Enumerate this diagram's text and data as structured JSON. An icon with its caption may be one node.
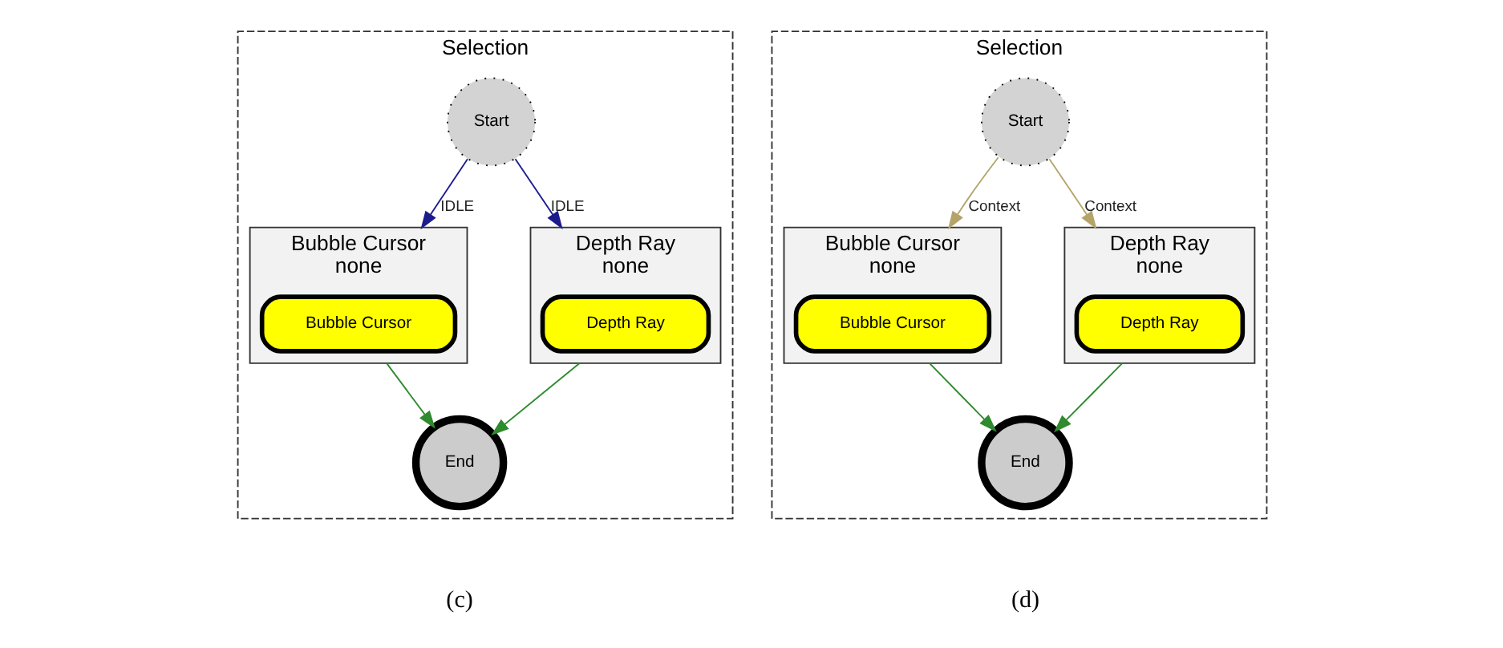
{
  "diagram": {
    "nodes": [
      {
        "text": [
          "Selection"
        ]
      },
      {
        "text": [
          "Start"
        ],
        "in": 0
      },
      {
        "text": [
          "Bubble Cursor",
          "none"
        ],
        "in": 0
      },
      {
        "text": [
          "Bubble Cursor"
        ],
        "in": 2
      },
      {
        "text": [
          "Depth Ray",
          "none"
        ],
        "in": 0
      },
      {
        "text": [
          "Depth Ray"
        ],
        "in": 4
      },
      {
        "text": [
          "End"
        ],
        "in": 0
      },
      {
        "text": [
          "Selection"
        ]
      },
      {
        "text": [
          "Start"
        ],
        "in": 7
      },
      {
        "text": [
          "Bubble Cursor",
          "none"
        ],
        "in": 7
      },
      {
        "text": [
          "Bubble Cursor"
        ],
        "in": 9
      },
      {
        "text": [
          "Depth Ray",
          "none"
        ],
        "in": 7
      },
      {
        "text": [
          "Depth Ray"
        ],
        "in": 11
      },
      {
        "text": [
          "End"
        ],
        "in": 7
      }
    ],
    "edges": [
      {
        "from": 1,
        "to": 2,
        "arrow": "to",
        "label": "IDLE",
        "color": "#1c1c8c"
      },
      {
        "from": 1,
        "to": 4,
        "arrow": "to",
        "label": "IDLE",
        "color": "#1c1c8c"
      },
      {
        "from": 2,
        "to": 6,
        "arrow": "to",
        "color": "#2e8b2e"
      },
      {
        "from": 4,
        "to": 6,
        "arrow": "to",
        "color": "#2e8b2e"
      },
      {
        "from": 8,
        "to": 9,
        "arrow": "to",
        "label": "Context",
        "color": "#b5a46a"
      },
      {
        "from": 8,
        "to": 11,
        "arrow": "to",
        "label": "Context",
        "color": "#b5a46a"
      },
      {
        "from": 9,
        "to": 13,
        "arrow": "to",
        "color": "#2e8b2e"
      },
      {
        "from": 11,
        "to": 13,
        "arrow": "to",
        "color": "#2e8b2e"
      }
    ],
    "labels": [
      "(c)",
      "(d)"
    ]
  }
}
